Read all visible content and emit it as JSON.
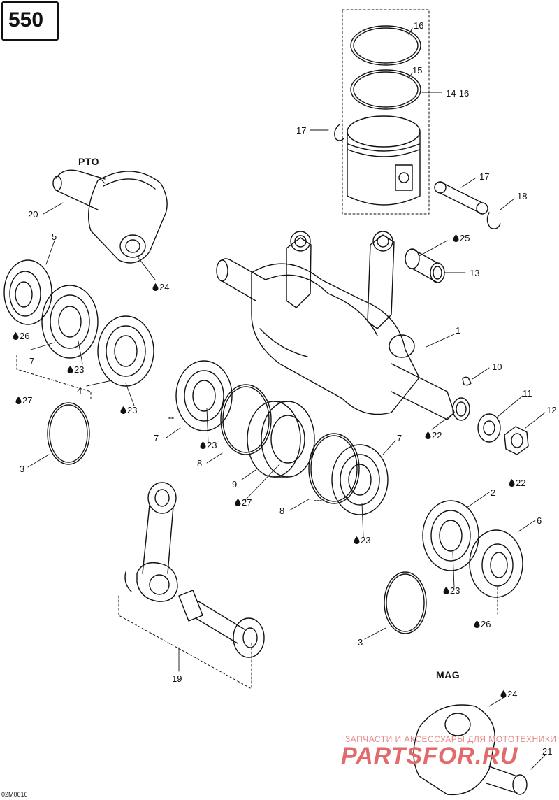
{
  "model_number": "550",
  "drawing_code": "02M0616",
  "watermark": {
    "line1": "ЗАПЧАСТИ И АКСЕССУАРЫ ДЛЯ МОТОТЕХНИКИ",
    "line2": "PARTSFOR.RU"
  },
  "side_labels": {
    "pto": "PTO",
    "mag": "MAG"
  },
  "callouts": {
    "c16": "16",
    "c15": "15",
    "c14_16": "14-16",
    "c17_ring": "17",
    "c17_pin": "17",
    "c18": "18",
    "c20": "20",
    "c5": "5",
    "c24_top": "24",
    "c25": "25",
    "c13": "13",
    "c1": "1",
    "c26_left": "26",
    "c7_left": "7",
    "c23_a": "23",
    "c27_left": "27",
    "c4": "4",
    "c23_b": "23",
    "c10": "10",
    "c11": "11",
    "c12": "12",
    "c22_a": "22",
    "c22_b": "22",
    "c3_left": "3",
    "c7_mid": "7",
    "c23_c": "23",
    "c8_a": "8",
    "c9": "9",
    "c27_mid": "27",
    "c7_right": "7",
    "c8_b": "8",
    "c23_d": "23",
    "c2": "2",
    "c6": "6",
    "c23_e": "23",
    "c26_right": "26",
    "c3_right": "3",
    "c19": "19",
    "c24_bottom": "24",
    "c21": "21"
  },
  "drop_icon": "oil-drop-icon"
}
